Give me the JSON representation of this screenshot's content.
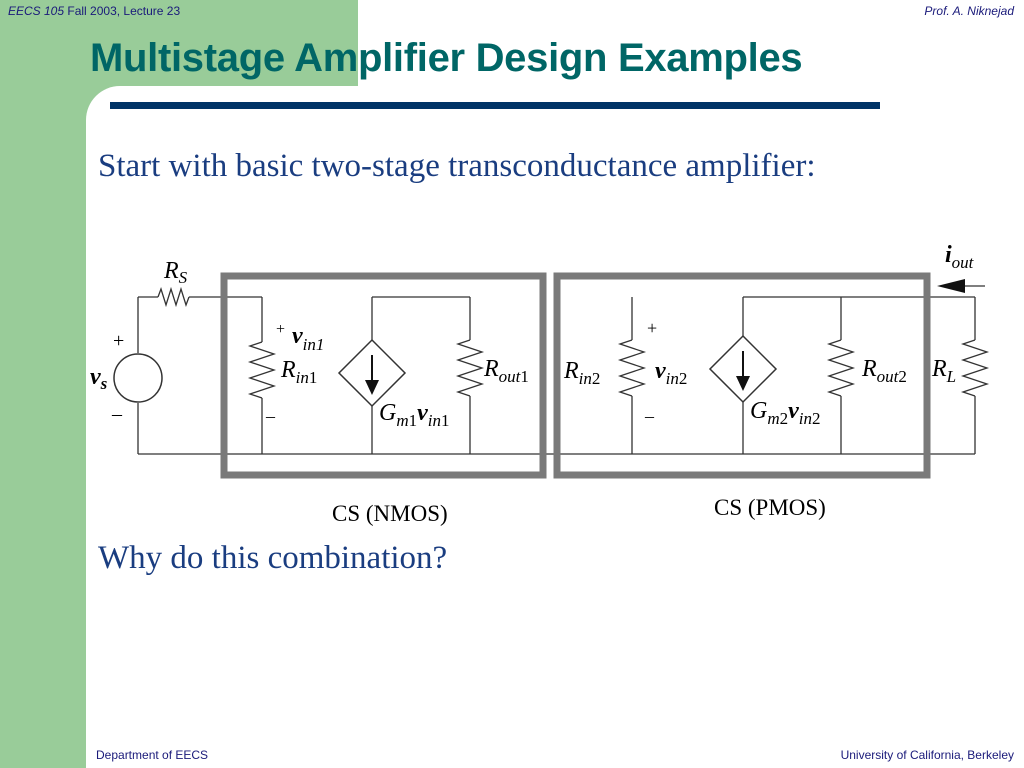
{
  "header": {
    "course": "EECS 105",
    "lecture": "Fall 2003, Lecture 23",
    "author": "Prof. A. Niknejad"
  },
  "title": "Multistage Amplifier Design Examples",
  "body": {
    "intro": "Start with basic two-stage transconductance amplifier:",
    "question": "Why do this combination?"
  },
  "circuit": {
    "rs_main": "R",
    "rs_sub": "S",
    "vs_main": "v",
    "vs_sub": "s",
    "plus": "+",
    "minus": "–",
    "vin1_main": "v",
    "vin1_sub": "in1",
    "rin1_main": "R",
    "rin1_sub": "in",
    "rin1_idx": "1",
    "gm1_main": "G",
    "gm1_sub": "m",
    "gm1_idx": "1",
    "gm1_v": "v",
    "gm1_vsub": "in",
    "gm1_vidx": "1",
    "rout1_main": "R",
    "rout1_sub": "out",
    "rout1_idx": "1",
    "rin2_main": "R",
    "rin2_sub": "in",
    "rin2_idx": "2",
    "vin2_main": "v",
    "vin2_sub": "in",
    "vin2_idx": "2",
    "gm2_main": "G",
    "gm2_sub": "m",
    "gm2_idx": "2",
    "gm2_v": "v",
    "gm2_vsub": "in",
    "gm2_vidx": "2",
    "rout2_main": "R",
    "rout2_sub": "out",
    "rout2_idx": "2",
    "rl_main": "R",
    "rl_sub": "L",
    "iout_main": "i",
    "iout_sub": "out",
    "stage1_label": "CS (NMOS)",
    "stage2_label": "CS (PMOS)"
  },
  "footer": {
    "department": "Department of EECS",
    "university": "University of California, Berkeley"
  }
}
